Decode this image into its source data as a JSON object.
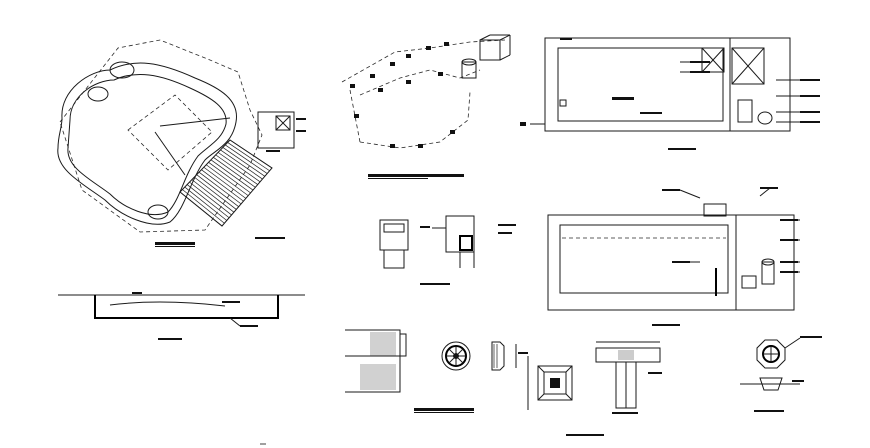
{
  "drawing": {
    "background": "#ffffff",
    "ink": "#111111",
    "views": [
      "pool-site-plan",
      "pool-long-section",
      "piping-isometric",
      "pump-room-plan",
      "skimmer-detail",
      "pump-room-section",
      "coping-detail",
      "inlet-detail",
      "drain-detail",
      "beam-detail",
      "lamp-detail"
    ]
  }
}
